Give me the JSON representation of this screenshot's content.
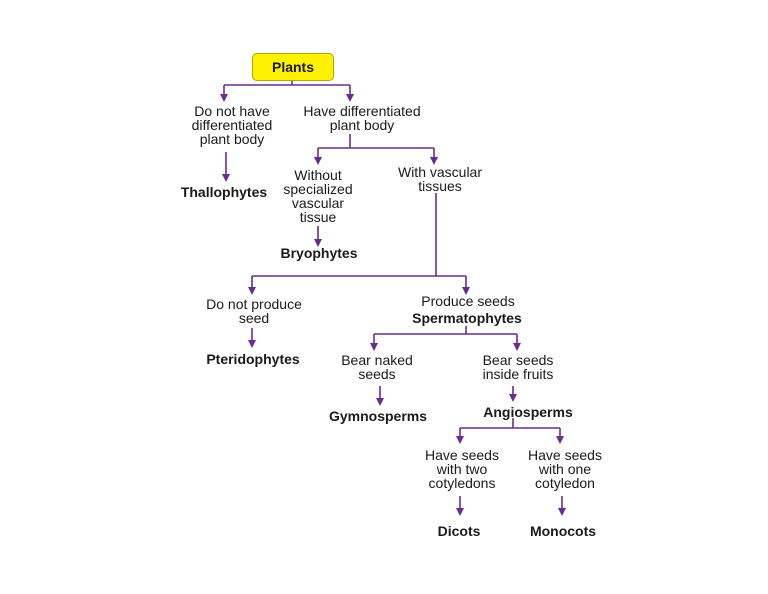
{
  "colors": {
    "connector": "#6a2c91",
    "root_fill": "#fff200"
  },
  "nodes": {
    "plants": "Plants",
    "no_diff": "Do not have\ndifferentiated\nplant body",
    "thallophytes": "Thallophytes",
    "diff": "Have differentiated\nplant body",
    "without_vascular": "Without\nspecialized\nvascular\ntissue",
    "bryophytes": "Bryophytes",
    "with_vascular": "With vascular\ntissues",
    "no_seed": "Do not produce\nseed",
    "pteridophytes": "Pteridophytes",
    "produce_seeds": "Produce seeds",
    "spermatophytes": "Spermatophytes",
    "naked_seeds": "Bear naked\nseeds",
    "gymnosperms": "Gymnosperms",
    "seeds_in_fruits": "Bear seeds\ninside fruits",
    "angiosperms": "Angiosperms",
    "two_cotyledons": "Have seeds\nwith two\ncotyledons",
    "dicots": "Dicots",
    "one_cotyledon": "Have seeds\nwith one\ncotyledon",
    "monocots": "Monocots"
  }
}
